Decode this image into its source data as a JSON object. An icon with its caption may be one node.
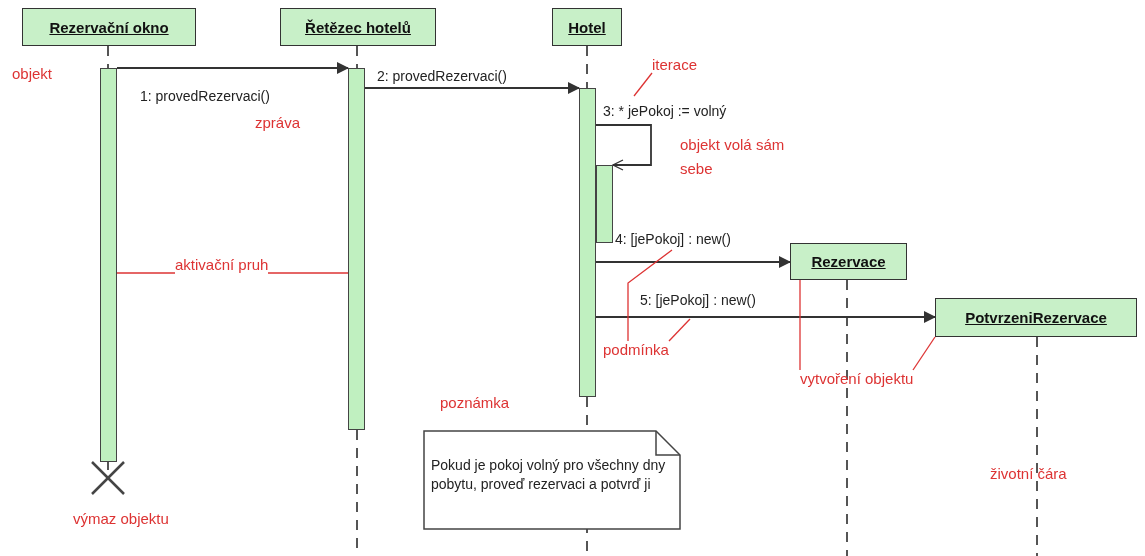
{
  "diagram": {
    "nodes": [
      {
        "text": [
          "Rezervační okno"
        ]
      },
      {
        "text": [
          "Řetězec hotelů"
        ]
      },
      {
        "text": [
          "Hotel"
        ]
      },
      {
        "text": [
          "Rezervace"
        ]
      },
      {
        "text": [
          "PotvrzeniRezervace"
        ]
      },
      {
        "text": [],
        "shape": "bar"
      },
      {
        "text": [],
        "shape": "bar"
      },
      {
        "text": [],
        "shape": "bar"
      },
      {
        "text": [],
        "shape": "bar"
      },
      {
        "text": [
          "Pokud je pokoj volný pro všechny dny pobytu, proveď rezervaci a potvrď ji"
        ]
      },
      {
        "text": [
          "aktivační pruh"
        ]
      },
      {
        "text": [
          "iterace"
        ]
      },
      {
        "text": [
          "podmínka"
        ]
      },
      {
        "text": [
          "vytvoření objektu"
        ]
      }
    ],
    "edges": [
      {
        "from": 5,
        "to": 6,
        "arrow": "to",
        "label": "1: provedRezervaci()",
        "color": "#333333"
      },
      {
        "from": 6,
        "to": 7,
        "arrow": "to",
        "label": "2: provedRezervaci()",
        "color": "#333333"
      },
      {
        "from": 7,
        "to": 8,
        "arrow": "to",
        "label": "3: * jePokoj := volný",
        "color": "#333333"
      },
      {
        "from": 7,
        "to": 3,
        "arrow": "to",
        "label": "4: [jePokoj] : new()",
        "color": "#333333"
      },
      {
        "from": 7,
        "to": 4,
        "arrow": "to",
        "label": "5: [jePokoj] : new()",
        "color": "#333333"
      },
      {
        "from": 0,
        "to": 5,
        "arrow": "none",
        "style": "dashed",
        "color": "#555555"
      },
      {
        "from": 1,
        "to": 6,
        "arrow": "none",
        "style": "dashed",
        "color": "#555555"
      },
      {
        "from": 2,
        "to": 7,
        "arrow": "none",
        "style": "dashed",
        "color": "#555555"
      },
      {
        "from": 10,
        "to": 5,
        "arrow": "none",
        "color": "#dd3333"
      },
      {
        "from": 10,
        "to": 6,
        "arrow": "none",
        "color": "#dd3333"
      },
      {
        "from": 11,
        "to": null,
        "arrow": "none",
        "color": "#dd3333"
      },
      {
        "from": 12,
        "to": null,
        "arrow": "none",
        "color": "#dd3333"
      },
      {
        "from": 12,
        "to": null,
        "arrow": "none",
        "color": "#dd3333"
      },
      {
        "from": 13,
        "to": 3,
        "arrow": "none",
        "color": "#dd3333"
      },
      {
        "from": 13,
        "to": 4,
        "arrow": "none",
        "color": "#dd3333"
      }
    ],
    "labels": [
      "objekt",
      "zpráva",
      "objekt volá sám sebe",
      "poznámka",
      "životní čára",
      "výmaz objektu"
    ]
  }
}
